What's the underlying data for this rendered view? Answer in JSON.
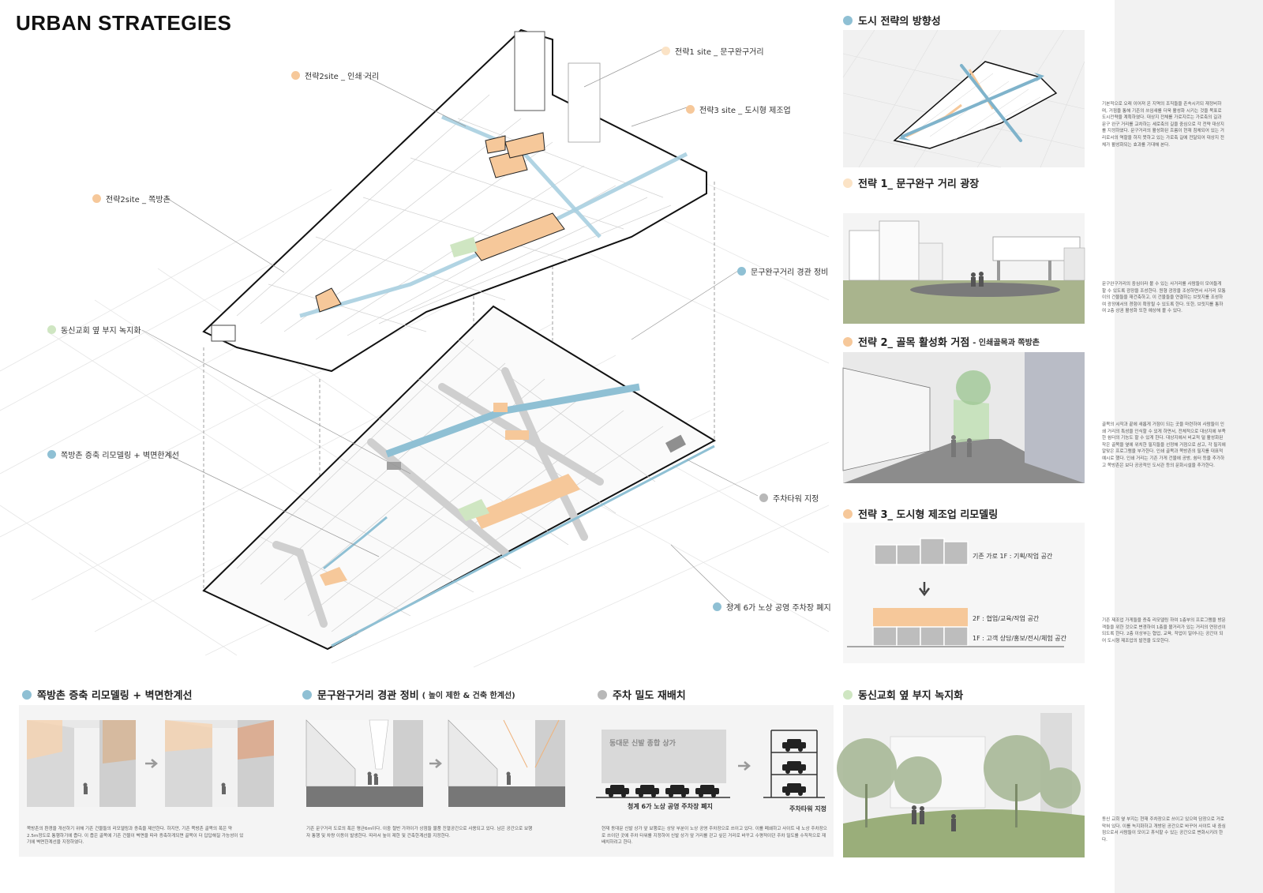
{
  "title": "URBAN STRATEGIES",
  "callouts": {
    "site1": "전략1 site _ 문구완구거리",
    "site2_print": "전략2site _ 인쇄 거리",
    "site3": "전략3 site _ 도시형 제조업",
    "site2_jjok": "전략2site _ 쪽방촌",
    "landscape": "문구완구거리 경관 정비",
    "greening": "동신교회 옆 부지 녹지화",
    "remodel": "쪽방촌 증축 리모델링 + 벽면한계선",
    "parking_tower": "주차타워 지정",
    "parking_removal": "청계 6가 노상 공영 주차장 폐지"
  },
  "right": {
    "direction": {
      "heading": "도시 전략의 방향성",
      "text": "기본적으로 오래 이어져 온 지역의 조직들을 존속시키되 재정비하며, 거점을 통해 기존의 쓰임새를 더욱 활성화 시키는 것을 목표로 도시전략을 계획하였다. 대상지 전체를 가로지르는 가로축의 길과 문구 완구 거리를 교차하는 세로축의 길을 중심으로 각 전략 대상지를 지정하였다. 문구거리의 활성화된 흐름이 현재 침체되어 있는 거리로서의 역할을 하지 못하고 있는 가로축 길에 전달되어 대상지 전체가 활성화되는 효과를 기대해 본다."
    },
    "strategy1": {
      "heading": "전략 1_ 문구완구 거리 광장",
      "text": "문구완구거리의 중심이라 볼 수 있는 사거리를 사람들이 모여들게 할 수 있도록 광장을 조성한다. 원형 광장을 조성하면서 사거리 모퉁이의 건물들을 재건축하고, 이 건물들을 연결하는 브릿지를 조성하여 광장에서의 경험이 확장될 수 있도록 한다. 또한, 브릿지를 통하여 2층 상권 활성화 또한 예상해 볼 수 있다."
    },
    "strategy2": {
      "heading": "전략 2_ 골목 활성화 거점",
      "subheading": "- 인쇄골목과 쪽방촌",
      "text": "골목의 시작과 끝에 새롭게 거점이 되는 곳을 마련하여 사람들이 인쇄 거리의 특성을 인식할 수 있게 하면서, 전체적으로 대상지에 부족한 쉼터의 기능도 할 수 있게 한다. 대상지에서 비교적 덜 활성화된 작은 골목을 옆에 위치한 필지들을 선정해 거점으로 삼고, 각 필지에 알맞은 프로그램을 부가한다. 인쇄 골목과 쪽방촌의 필지를 대표적 예시로 했다. 인쇄 거리는 기존 가게 건물에 공방, 쉼터 등을 추가하고 쪽방촌은 보다 공공적인 도서관 등의 문화시설을 추가한다."
    },
    "strategy3": {
      "heading": "전략 3_ 도시형 제조업 리모델링",
      "label_existing": "기존 가로 1F : 기획/작업 공간",
      "label_2f": "2F : 협업/교육/작업 공간",
      "label_1f": "1F : 고객 상담/홍보/전시/체험 공간",
      "text": "기존 제조업 가게들을 증축 리모델링 하여 1층부의 프로그램을 방문객들을 위한 것으로 변경하여 1층을 볼거리가 있는 거리의 연장선이 되도록 한다. 2층 이상부는 협업, 교육, 작업이 일어나는 공간이 되어 도시형 제조업의 발전을 도모한다."
    },
    "greening": {
      "heading": "동신교회 옆 부지 녹지화",
      "text": "동신 교회 옆 부지는 현재 주차장으로 쓰이고 있으며 담장으로 거로 막혀 있다. 이를 녹지화하고 개방된 공간으로 바꾸어 사이트 내 중심점으로서 사람들이 모이고 휴식할 수 있는 공간으로 변화시키려 한다."
    }
  },
  "bottom": {
    "remodel": {
      "heading": "쪽방촌 증축 리모델링 + 벽면한계선",
      "text": "쪽방촌의 환경을 개선하기 위해 기존 건물들의 리모델링과 증축을 제안한다. 하지만, 기존 쪽방촌 골목의 폭은 약 2.5m정도로 통행하기에 좁다. 이 좁은 골목에 기존 건물이 벽면을 따라 증축하게되면 골목이 더 답답해질 가능성이 있기에 벽면한계선을 지정하였다."
    },
    "landscape": {
      "heading": "문구완구거리 경관 정비",
      "subheading": "( 높이 제한 & 건축 한계선)",
      "text": "기존 문구거리 도로의 폭은 평균6m이다. 이중 절반 가까이가 상점들 물품 진열공간으로 사용되고 있다. 남은 공간으로 보행자 통행 및 차량 이동이 발생한다. 따라서 높이 제한 및 건축한계선을 지정한다."
    },
    "parking": {
      "heading": "주차 밀도 재배치",
      "mall_label": "동대문 신발 종합 상가",
      "caption_left": "청계 6가 노상 공영 주차장 폐지",
      "caption_right": "주차타워 지정",
      "text": "현재 동대문 신발 상가 앞 보행로는 상당 부분이 노상 공영 주차장으로 쓰이고 있다. 이를 폐쇄하고 사이트 내 노상 주차장으로 쓰이던 곳에 주차 타워를 지정하여 신발 상가 앞 거리를 걷고 싶은 거리로 바꾸고 수평적이던 주차 밀도를 수직적으로 재배치하려고 한다."
    }
  },
  "colors": {
    "orange": "#f6c89a",
    "blue": "#8fc0d4",
    "green": "#cfe6c2",
    "gray": "#b8b8b8"
  }
}
